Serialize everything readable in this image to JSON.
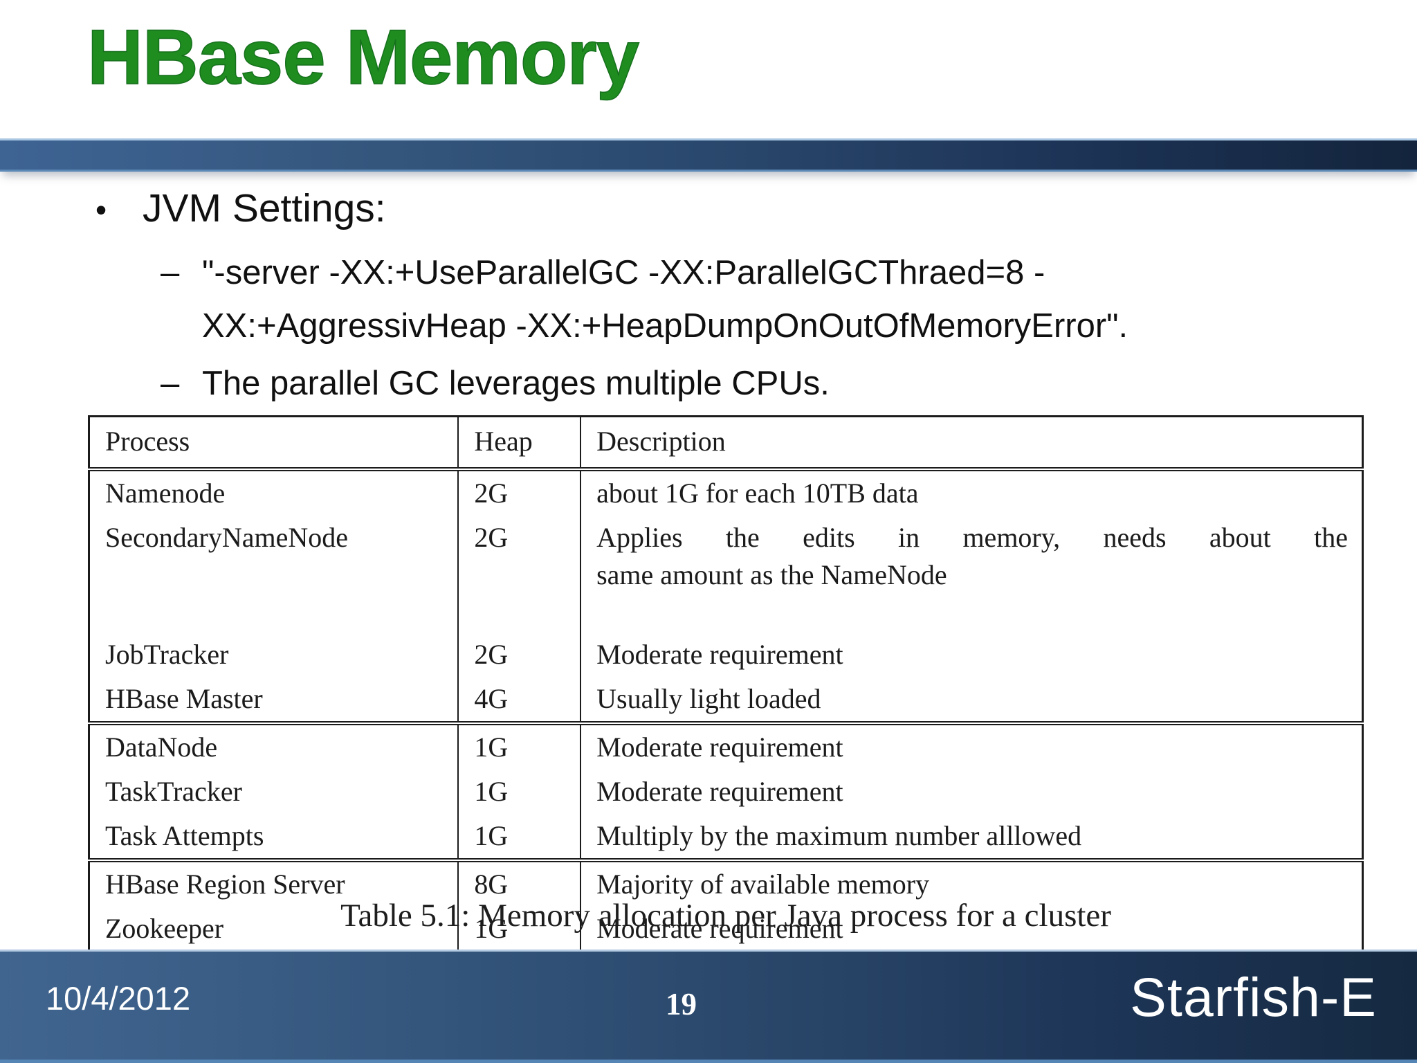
{
  "title": {
    "text": "HBase Memory"
  },
  "bullets": {
    "marker": "•",
    "dash": "–",
    "main": "JVM Settings:",
    "jvm_flags_line1": "\"-server -XX:+UseParallelGC -XX:ParallelGCThraed=8 -",
    "jvm_flags_line2": "XX:+AggressivHeap -XX:+HeapDumpOnOutOfMemoryError\".",
    "parallel_gc": "The parallel GC leverages multiple CPUs."
  },
  "table": {
    "columns": [
      "Process",
      "Heap",
      "Description"
    ],
    "groups": [
      {
        "rows": [
          [
            "Namenode",
            "2G",
            "about 1G for each 10TB data"
          ],
          [
            "SecondaryNameNode",
            "2G",
            [
              "Applies the edits in memory, needs about the",
              "same amount as the NameNode"
            ]
          ],
          [
            "JobTracker",
            "2G",
            "Moderate requirement"
          ],
          [
            "HBase Master",
            "4G",
            "Usually light loaded"
          ]
        ]
      },
      {
        "rows": [
          [
            "DataNode",
            "1G",
            "Moderate requirement"
          ],
          [
            "TaskTracker",
            "1G",
            "Moderate requirement"
          ],
          [
            "Task Attempts",
            "1G",
            "Multiply by the maximum number alllowed"
          ]
        ]
      },
      {
        "rows": [
          [
            "HBase Region Server",
            "8G",
            "Majority of available memory"
          ],
          [
            "Zookeeper",
            "1G",
            "Moderate requirement"
          ]
        ]
      }
    ],
    "caption": "Table 5.1: Memory allocation per Java process for a cluster"
  },
  "footer": {
    "date": "10/4/2012",
    "page_number": "19",
    "brand": "Starfish-E"
  },
  "colors": {
    "title_green": "#1f8c1f",
    "divider_gradient_left": "#3e6494",
    "divider_gradient_right": "#13243c",
    "divider_border": "#a9c6e2",
    "footer_gradient_left": "#40658f",
    "footer_gradient_right": "#152940",
    "footer_bottom_edge": "#5585b5",
    "body_text": "#101010",
    "table_text": "#1b1b1b"
  }
}
